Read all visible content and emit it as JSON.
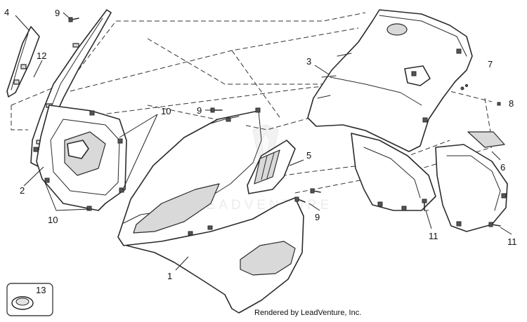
{
  "diagram": {
    "callouts": {
      "c1": "1",
      "c2": "2",
      "c3": "3",
      "c4": "4",
      "c5": "5",
      "c6": "6",
      "c7": "7",
      "c8": "8",
      "c9a": "9",
      "c9b": "9",
      "c9c": "9",
      "c10a": "10",
      "c10b": "10",
      "c11a": "11",
      "c11b": "11",
      "c12": "12",
      "c13": "13"
    },
    "watermark": "LEADVENTURE",
    "credit": "Rendered by LeadVenture, Inc."
  }
}
